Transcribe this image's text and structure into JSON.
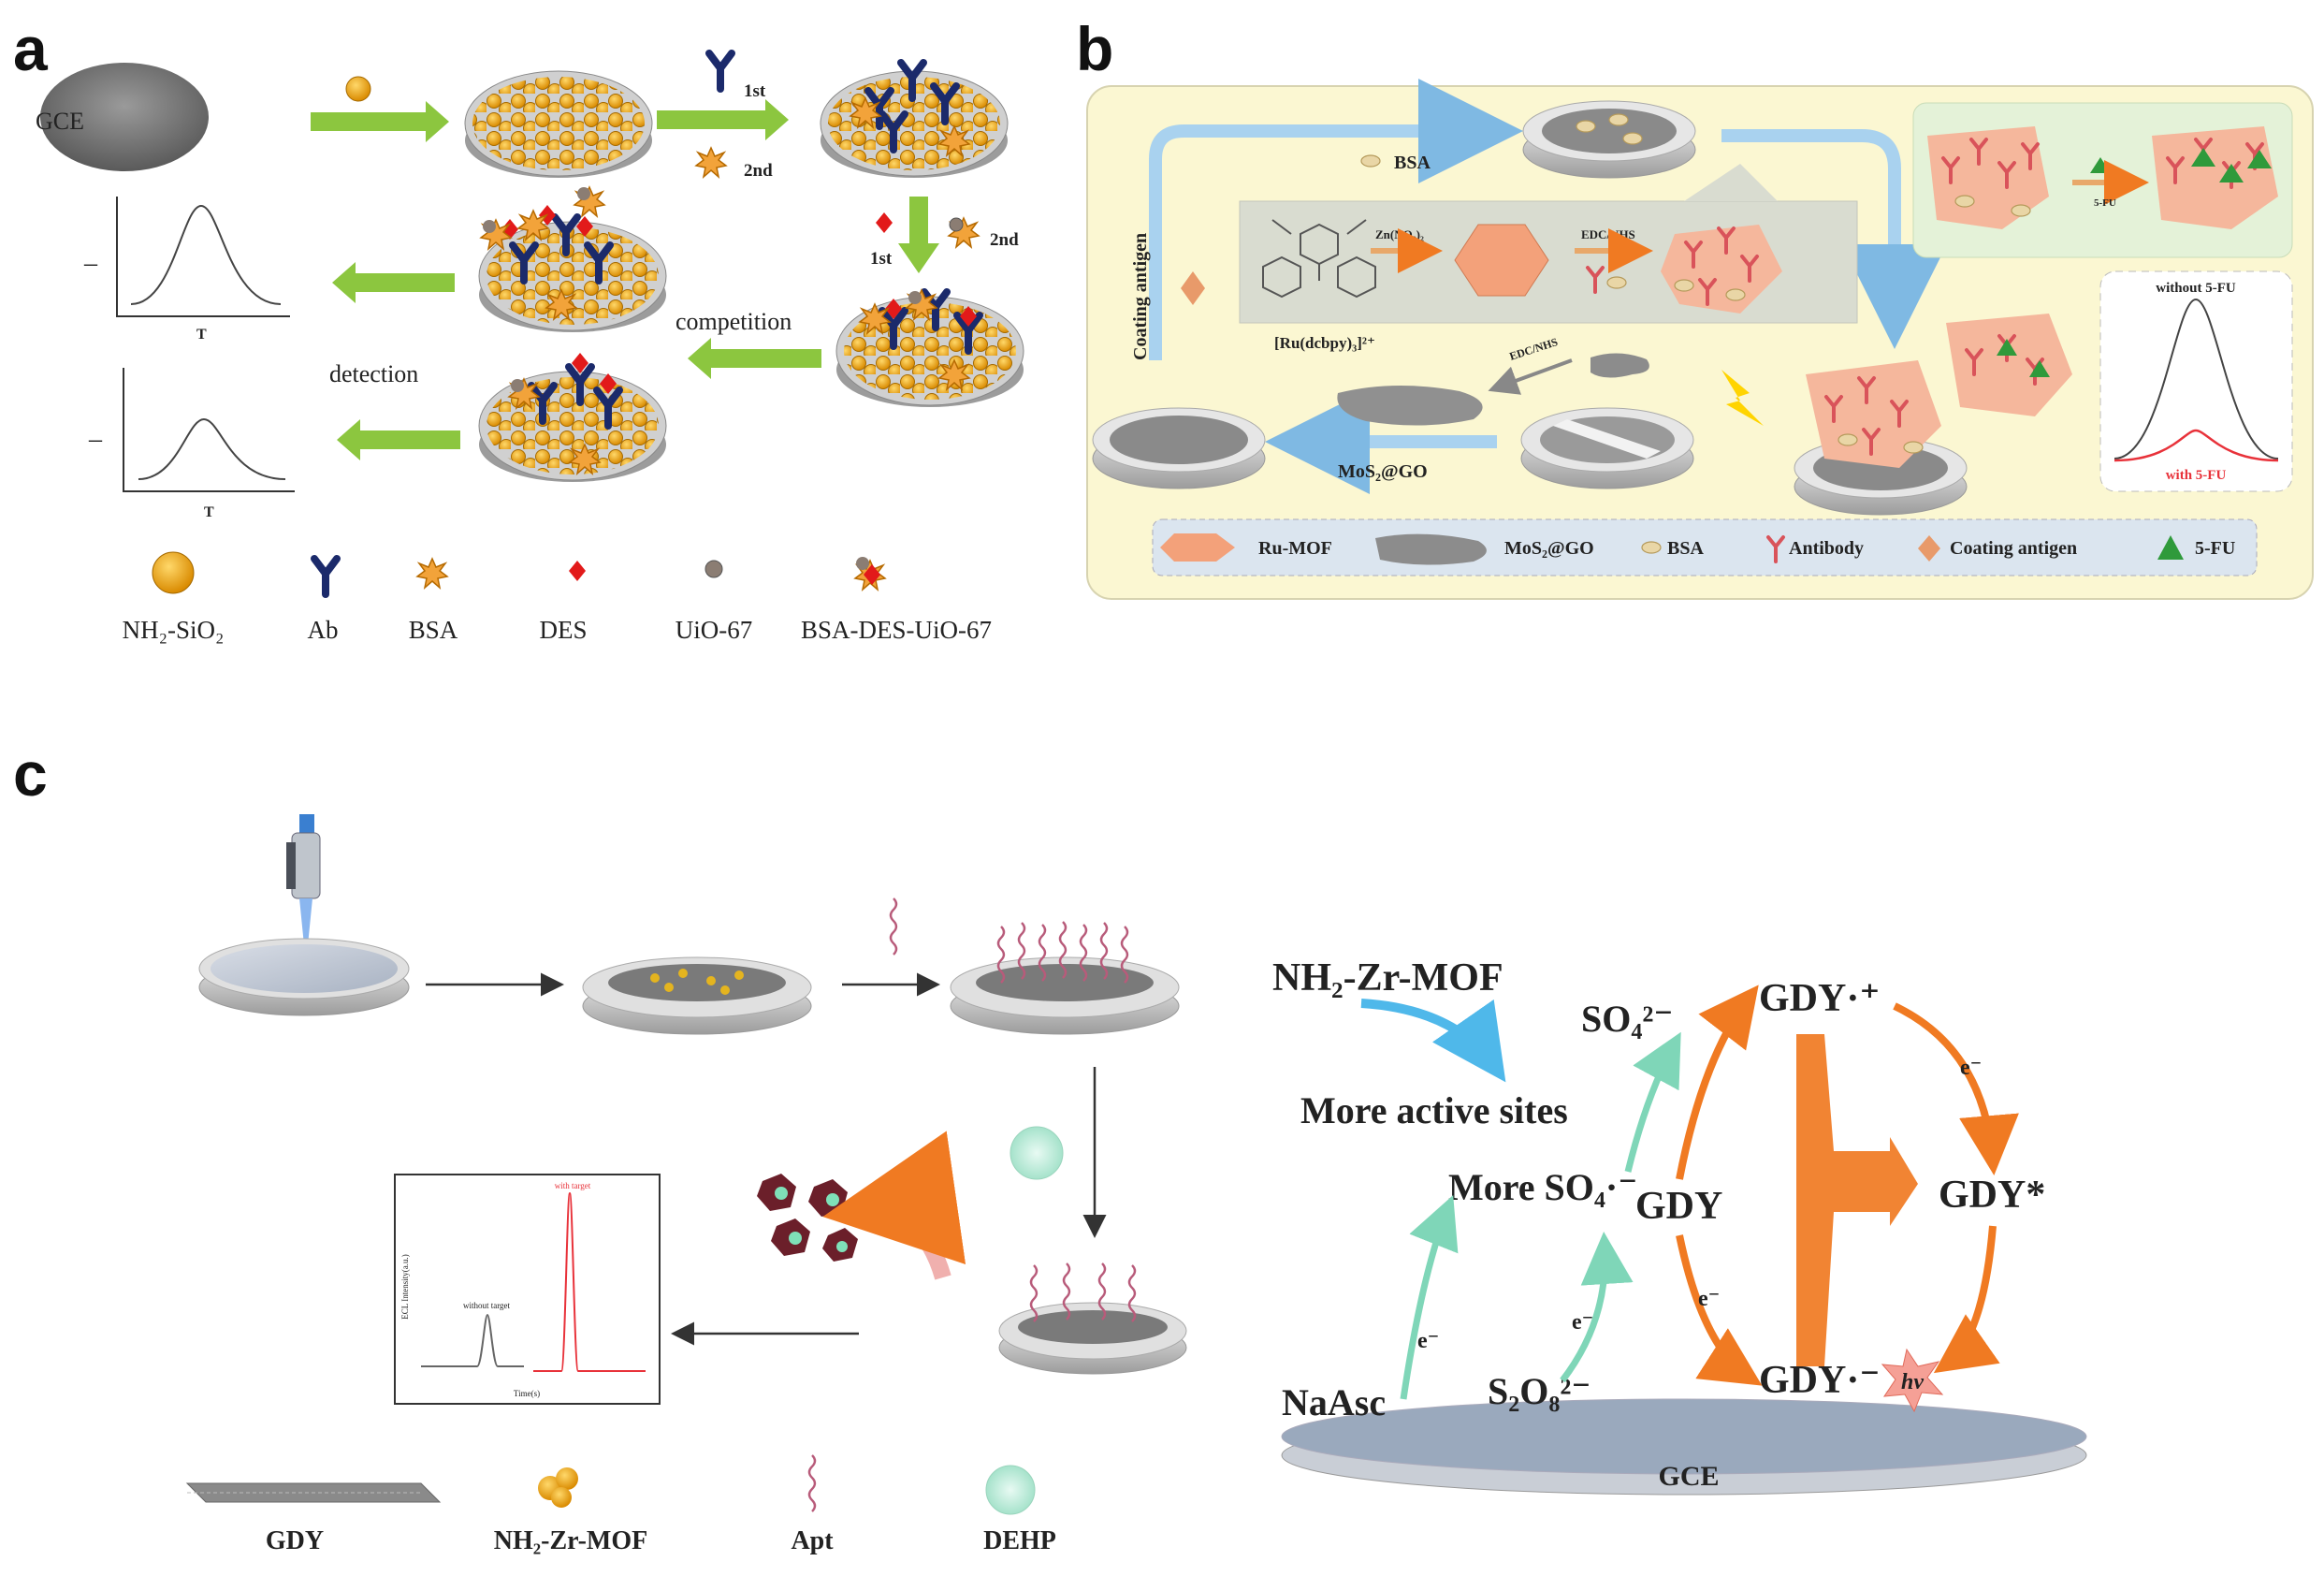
{
  "panel_a": {
    "label": "a",
    "gce": "GCE",
    "first": "1st",
    "second": "2nd",
    "first_b": "1st",
    "second_b": "2nd",
    "competition": "competition",
    "detection": "detection",
    "plot_top": {
      "ytick": "–",
      "xlabel": "T"
    },
    "plot_bottom": {
      "ytick": "–",
      "xlabel": "T"
    },
    "legend": [
      "NH₂-SiO₂",
      "Ab",
      "BSA",
      "DES",
      "UiO-67",
      "BSA-DES-UiO-67"
    ]
  },
  "panel_b": {
    "label": "b",
    "bsa": "BSA",
    "coating_antigen": "Coating antigen",
    "zn": "Zn(NO₃)₂",
    "edc1": "EDC/NHS",
    "ru": "[Ru(dcbpy)₃]²⁺",
    "edc2": "EDC/NHS",
    "mos2": "MoS₂@GO",
    "fu": "5-FU",
    "without": "without 5-FU",
    "with": "with 5-FU",
    "legend": [
      "Ru-MOF",
      "MoS₂@GO",
      "BSA",
      "Antibody",
      "Coating antigen",
      "5-FU"
    ]
  },
  "panel_c": {
    "label": "c",
    "plot_with": "with target",
    "plot_without": "without target",
    "plot_x": "Time(s)",
    "plot_y": "ECL Intensity(a.u.)",
    "legend": [
      "GDY",
      "NH₂-Zr-MOF",
      "Apt",
      "DEHP"
    ],
    "mech": {
      "zrmof": "NH₂-Zr-MOF",
      "active": "More active sites",
      "so4": "SO₄²⁻",
      "more_so4": "More SO₄·⁻",
      "gdy": "GDY",
      "gdy_plus": "GDY·⁺",
      "gdy_star": "GDY*",
      "gdy_minus": "GDY·⁻",
      "hv": "hv",
      "naasc": "NaAsc",
      "s2o8": "S₂O₈²⁻",
      "gce": "GCE",
      "e1": "e⁻",
      "e2": "e⁻",
      "e3": "e⁻",
      "e4": "e⁻"
    }
  },
  "colors": {
    "green_arrow": "#8cc63f",
    "gold": "#f0a820",
    "antibody_blue": "#1b2a6b",
    "des_red": "#e21a1a",
    "panel_b_bg": "#fbf7d2",
    "blue_arrow": "#a9d2ef",
    "orange": "#f07a22",
    "teal": "#7fd6b8",
    "sky": "#4fb8ea",
    "pink": "#c47a8c"
  }
}
